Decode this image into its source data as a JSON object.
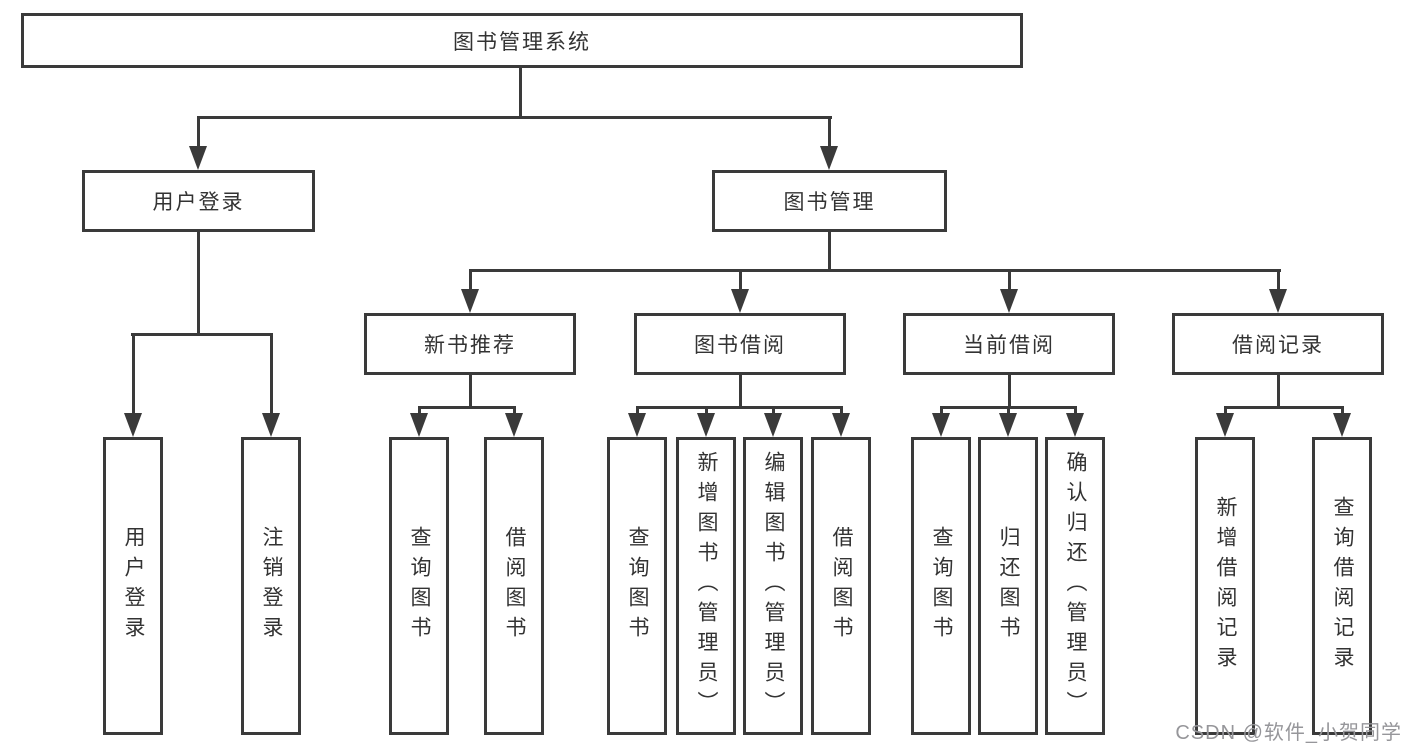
{
  "diagram_type": "hierarchy-tree",
  "tree": {
    "label": "图书管理系统",
    "children": [
      {
        "label": "用户登录",
        "children": [
          {
            "label": "用户登录"
          },
          {
            "label": "注销登录"
          }
        ]
      },
      {
        "label": "图书管理",
        "children": [
          {
            "label": "新书推荐",
            "children": [
              {
                "label": "查询图书"
              },
              {
                "label": "借阅图书"
              }
            ]
          },
          {
            "label": "图书借阅",
            "children": [
              {
                "label": "查询图书"
              },
              {
                "label": "新增图书（管理员）"
              },
              {
                "label": "编辑图书（管理员）"
              },
              {
                "label": "借阅图书"
              }
            ]
          },
          {
            "label": "当前借阅",
            "children": [
              {
                "label": "查询图书"
              },
              {
                "label": "归还图书"
              },
              {
                "label": "确认归还（管理员）"
              }
            ]
          },
          {
            "label": "借阅记录",
            "children": [
              {
                "label": "新增借阅记录"
              },
              {
                "label": "查询借阅记录"
              }
            ]
          }
        ]
      }
    ]
  },
  "watermark": {
    "text": "CSDN @软件_小贺同学"
  },
  "colors": {
    "line": "#3a3a3a",
    "text": "#333333",
    "watermark_text": "#96969a",
    "background": "#ffffff"
  }
}
